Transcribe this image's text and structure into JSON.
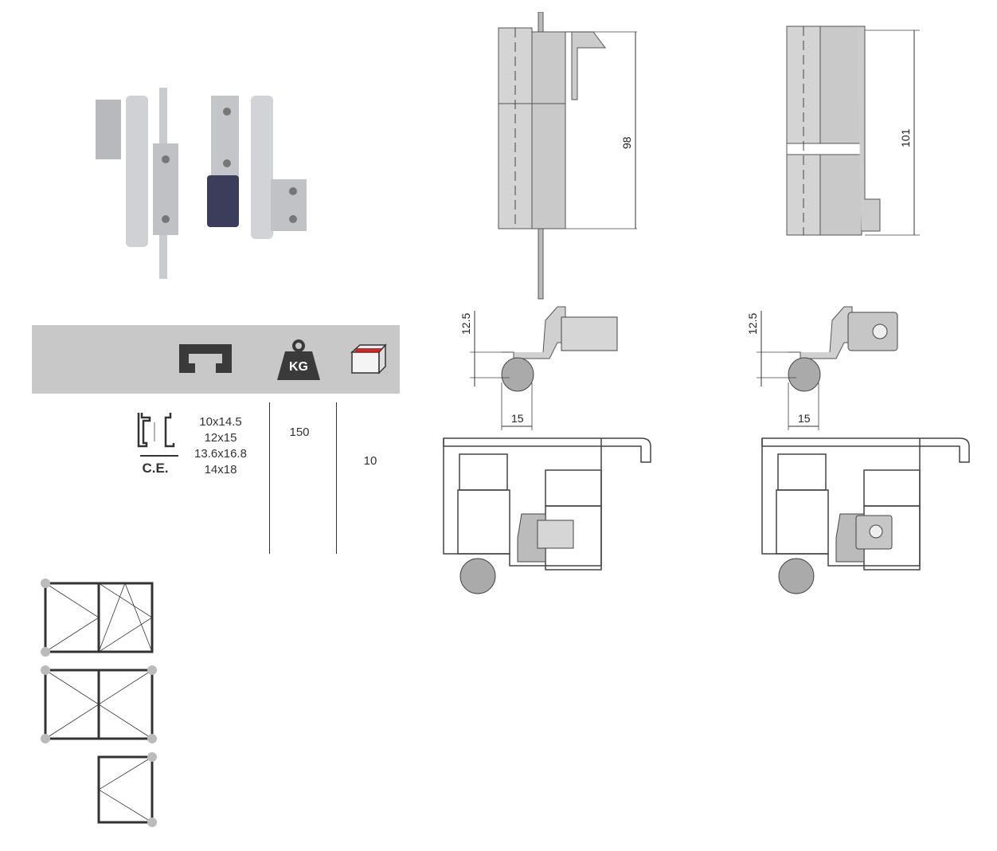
{
  "table": {
    "header_icons": [
      "profile-channel-icon",
      "weight-kg-icon",
      "package-box-icon"
    ],
    "weight_icon_label": "KG",
    "profile_label": "C.E.",
    "profile_sizes": [
      "10x14.5",
      "12x15",
      "13.6x16.8",
      "14x18"
    ],
    "max_weight": "150",
    "pack_quantity": "10"
  },
  "drawings": {
    "left_height_dim": "98",
    "right_height_dim": "101",
    "left_offset_dim": "12.5",
    "right_offset_dim": "12.5",
    "left_width_dim": "15",
    "right_width_dim": "15"
  },
  "colors": {
    "band": "#c8c8c8",
    "icon": "#3a3a3a",
    "box_tape": "#e02020"
  }
}
